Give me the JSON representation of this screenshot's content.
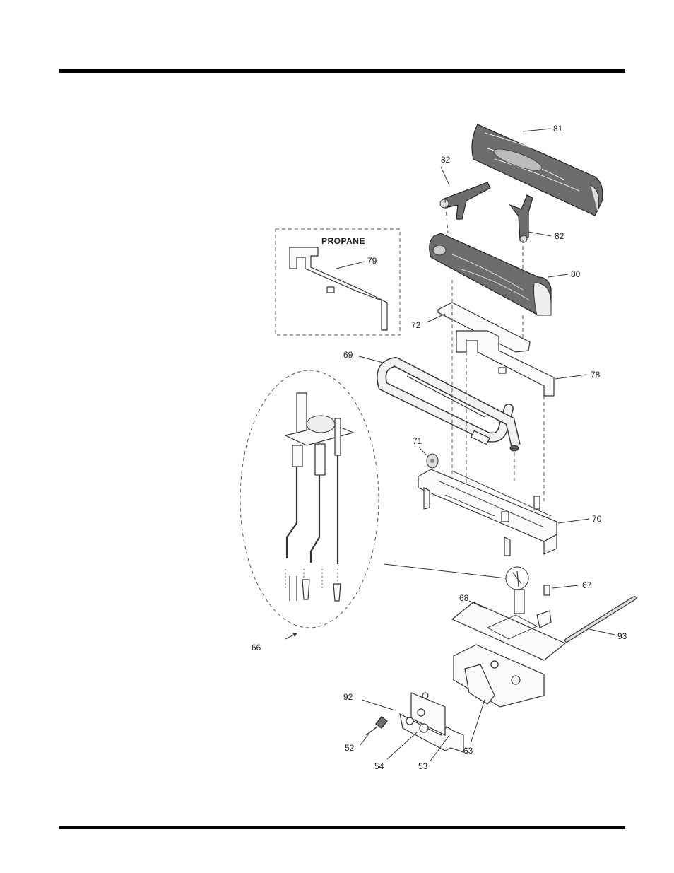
{
  "callouts": {
    "c81": "81",
    "c82a": "82",
    "c82b": "82",
    "c79": "79",
    "c80": "80",
    "c72": "72",
    "c78": "78",
    "c69": "69",
    "c71": "71",
    "c70": "70",
    "c67": "67",
    "c68": "68",
    "c93": "93",
    "c66": "66",
    "c92": "92",
    "c52": "52",
    "c54": "54",
    "c53": "53",
    "c63": "63"
  },
  "inset": {
    "label": "PROPANE"
  }
}
